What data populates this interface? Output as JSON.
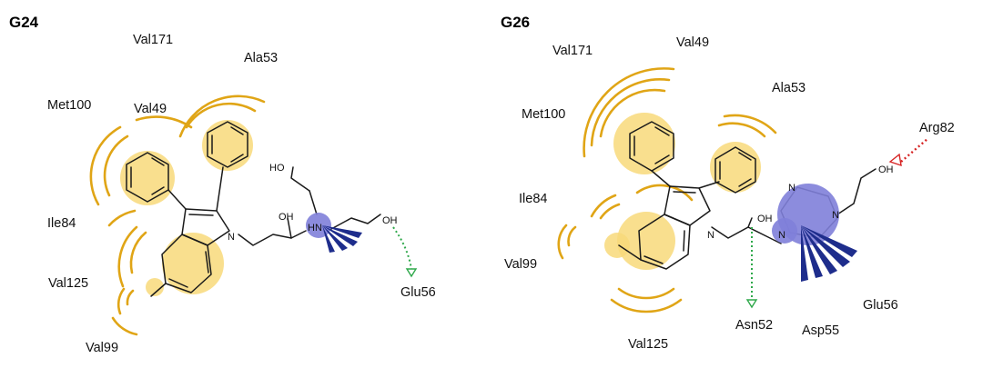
{
  "panels": [
    {
      "id": "G24",
      "label": "G24",
      "residues": [
        "Val171",
        "Ala53",
        "Met100",
        "Val49",
        "Ile84",
        "Val125",
        "Val99",
        "Glu56"
      ],
      "atoms": [
        "HO",
        "OH",
        "HN",
        "OH",
        "N"
      ]
    },
    {
      "id": "G26",
      "label": "G26",
      "residues": [
        "Val171",
        "Val49",
        "Ala53",
        "Met100",
        "Arg82",
        "Ile84",
        "Val99",
        "Glu56",
        "Asn52",
        "Asp55",
        "Val125"
      ],
      "atoms": [
        "OH",
        "OH",
        "N",
        "N",
        "N",
        "N"
      ]
    }
  ],
  "colors": {
    "hydrophobic": "#e0a516",
    "hydrophobic_halo": "#f8d97a",
    "hbond_donor": "#2ea84a",
    "hbond_acceptor": "#d62424",
    "salt_bridge": "#1e2d8c",
    "charged_atom": "#7f80d9"
  }
}
